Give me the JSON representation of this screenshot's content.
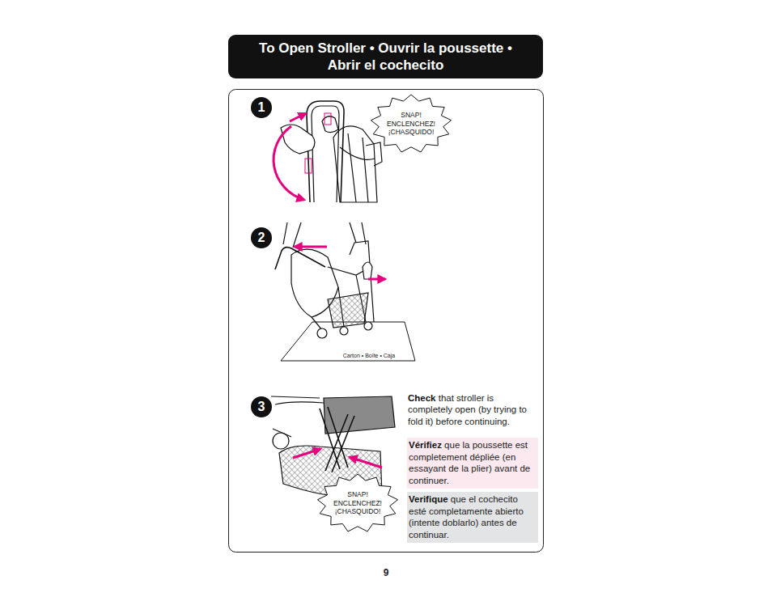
{
  "diagram": {
    "title": "To Open Stroller • Ouvrir la poussette • Abrir el cochecito",
    "nodes": [
      {
        "text": [
          "1"
        ]
      },
      {
        "text": [
          "SNAP! ENCLENCHEZ! ¡CHASQUIDO!"
        ]
      },
      {
        "text": [
          "2"
        ]
      },
      {
        "text": [
          "3"
        ]
      },
      {
        "text": [
          "Vérifiez que la poussette est completement dépliée (en essayant de la plier) avant de continuer."
        ]
      },
      {
        "text": [
          "Verifique que el cochecito esté completamente abierto (intente doblarlo) antes de continuar."
        ]
      },
      {
        "text": [
          "SNAP! ENCLENCHEZ! ¡CHASQUIDO!"
        ]
      }
    ],
    "labels": [
      "Carton • Boîte • Caja",
      "Check that stroller is completely open (by trying to fold it) before continuing.",
      "9"
    ]
  }
}
